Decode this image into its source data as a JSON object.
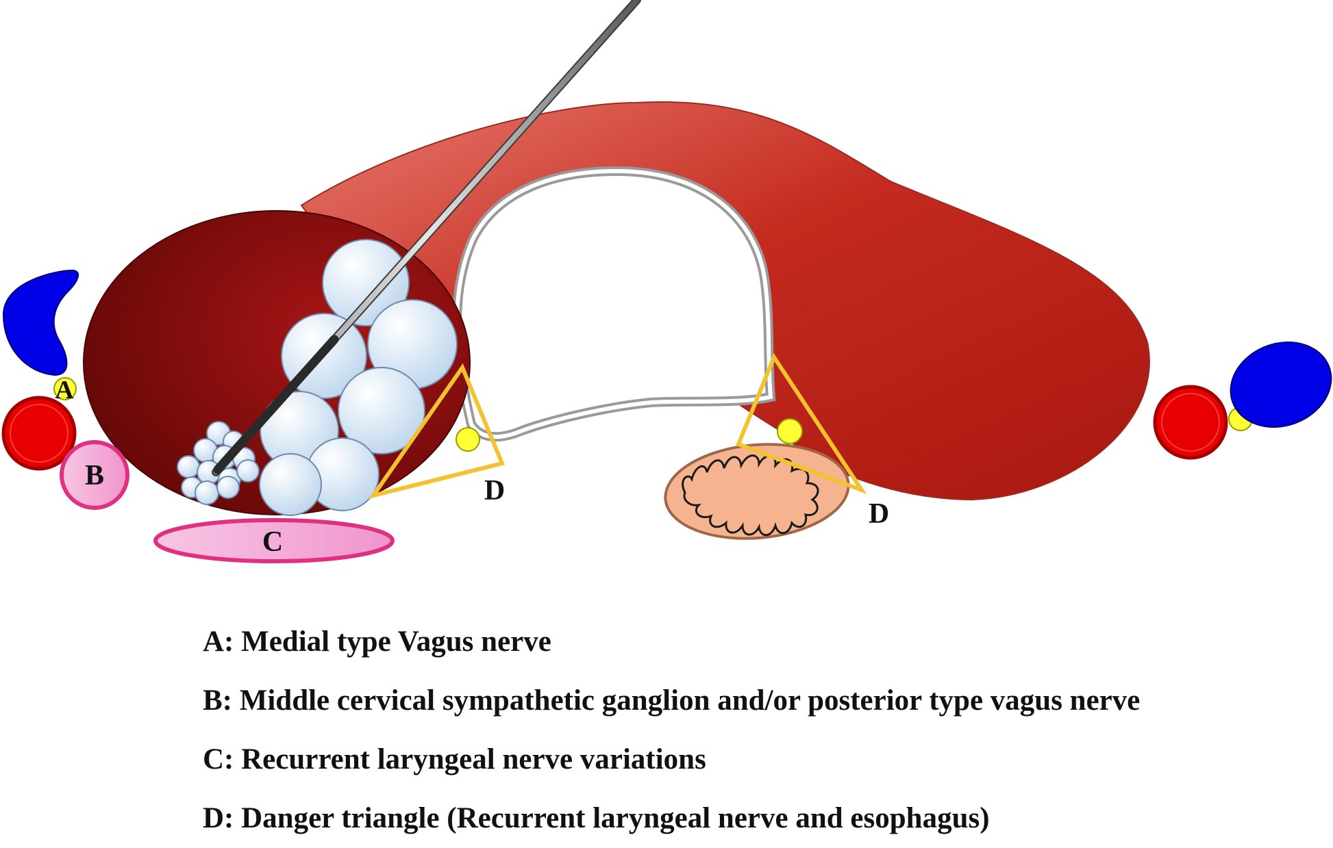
{
  "labels": {
    "a": "A",
    "b": "B",
    "c": "C",
    "d_left": "D",
    "d_right": "D"
  },
  "legend": [
    {
      "text": "A: Medial type Vagus nerve"
    },
    {
      "text": "B: Middle cervical sympathetic ganglion and/or posterior type vagus nerve"
    },
    {
      "text": "C: Recurrent laryngeal nerve variations"
    },
    {
      "text": "D: Danger triangle (Recurrent laryngeal nerve and esophagus)"
    }
  ],
  "colors": {
    "muscle": "#c0251c",
    "thyroid_nodule": "#8a0f0f",
    "vein": "#0000e6",
    "artery": "#e60000",
    "nerve": "#ffff33",
    "ganglion": "#f5b3d9",
    "danger_triangle": "#f2c230",
    "esophagus": "#f5b48f",
    "cyst": "#d6e6f5"
  }
}
